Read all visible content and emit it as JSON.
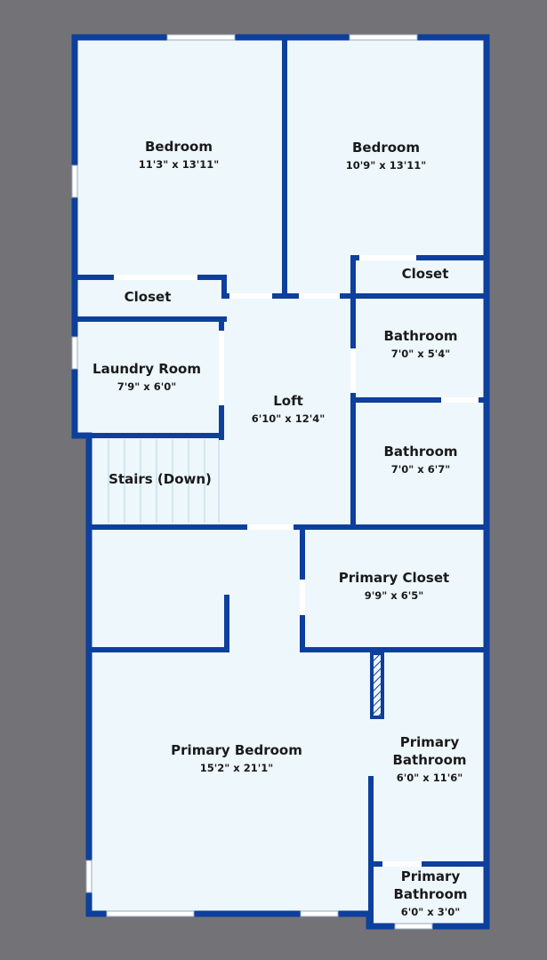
{
  "colors": {
    "background": "#737377",
    "floor": "#eef7fc",
    "wall": "#0d3f9c",
    "window": "#ffffff"
  },
  "rooms": {
    "bedroom_left": {
      "name": "Bedroom",
      "dims": "11'3\" x 13'11\""
    },
    "bedroom_right": {
      "name": "Bedroom",
      "dims": "10'9\" x 13'11\""
    },
    "closet_left": {
      "name": "Closet"
    },
    "closet_right": {
      "name": "Closet"
    },
    "laundry": {
      "name": "Laundry Room",
      "dims": "7'9\" x 6'0\""
    },
    "loft": {
      "name": "Loft",
      "dims": "6'10\" x 12'4\""
    },
    "bathroom_upper": {
      "name": "Bathroom",
      "dims": "7'0\" x 5'4\""
    },
    "bathroom_lower": {
      "name": "Bathroom",
      "dims": "7'0\" x 6'7\""
    },
    "stairs": {
      "name": "Stairs (Down)"
    },
    "primary_closet": {
      "name": "Primary Closet",
      "dims": "9'9\" x 6'5\""
    },
    "primary_bedroom": {
      "name": "Primary Bedroom",
      "dims": "15'2\" x 21'1\""
    },
    "primary_bathroom_large": {
      "name_line1": "Primary",
      "name_line2": "Bathroom",
      "dims": "6'0\" x 11'6\""
    },
    "primary_bathroom_small": {
      "name_line1": "Primary",
      "name_line2": "Bathroom",
      "dims": "6'0\" x 3'0\""
    }
  }
}
